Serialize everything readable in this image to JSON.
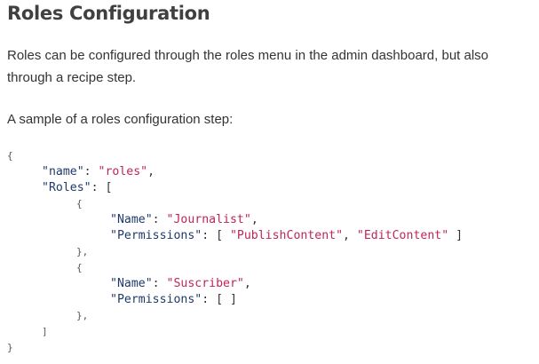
{
  "doc": {
    "title": "Roles Configuration",
    "paragraph1_line1": "Roles can be configured through the roles menu in the admin dashboard, but also",
    "paragraph1_line2": "through a recipe step.",
    "paragraph2": "A sample of a roles configuration step:"
  },
  "code": {
    "lines": [
      {
        "parts": [
          "{"
        ]
      },
      {
        "key": "\"name\"",
        "sep": ": ",
        "val": "\"roles\"",
        "tail": ","
      },
      {
        "key": "\"Roles\"",
        "sep": ": ",
        "tail": "["
      },
      {
        "punc": "{"
      },
      {
        "key": "\"Name\"",
        "sep": ": ",
        "val": "\"Journalist\"",
        "tail": ","
      },
      {
        "key": "\"Permissions\"",
        "sep": ": [ ",
        "val1": "\"PublishContent\"",
        "mid": ", ",
        "val2": "\"EditContent\"",
        "tail": " ]"
      },
      {
        "punc": "},"
      },
      {
        "punc": "{"
      },
      {
        "key": "\"Name\"",
        "sep": ": ",
        "val": "\"Suscriber\"",
        "tail": ","
      },
      {
        "key": "\"Permissions\"",
        "sep": ": [ ]"
      },
      {
        "punc": "},"
      },
      {
        "punc": "]"
      },
      {
        "punc": "}"
      }
    ]
  }
}
